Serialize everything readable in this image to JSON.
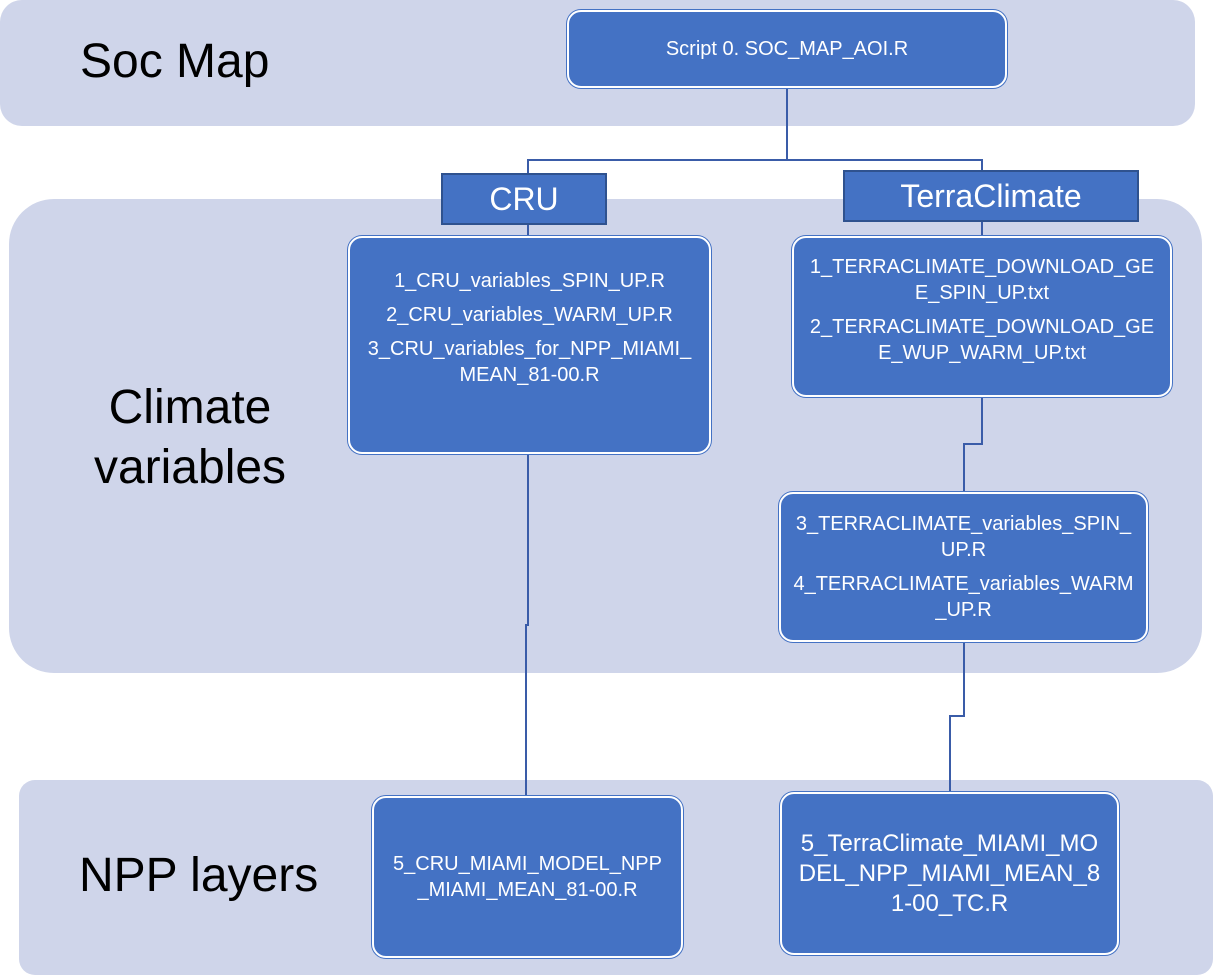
{
  "bands": {
    "soc_map": "Soc Map",
    "climate_variables": [
      "Climate",
      "variables"
    ],
    "npp_layers": "NPP layers"
  },
  "nodes": {
    "script0": "Script 0. SOC_MAP_AOI.R",
    "cru_header": "CRU",
    "terraclimate_header": "TerraClimate",
    "cru_scripts": [
      "1_CRU_variables_SPIN_UP.R",
      "2_CRU_variables_WARM_UP.R",
      "3_CRU_variables_for_NPP_MIAMI_MEAN_81-00.R"
    ],
    "tc_downloads": [
      "1_TERRACLIMATE_DOWNLOAD_GEE_SPIN_UP.txt",
      "2_TERRACLIMATE_DOWNLOAD_GEE_WUP_WARM_UP.txt"
    ],
    "tc_variables": [
      "3_TERRACLIMATE_variables_SPIN_UP.R",
      "4_TERRACLIMATE_variables_WARM_UP.R"
    ],
    "cru_npp": "5_CRU_MIAMI_MODEL_NPP_MIAMI_MEAN_81-00.R",
    "tc_npp": "5_TerraClimate_MIAMI_MODEL_NPP_MIAMI_MEAN_81-00_TC.R"
  },
  "colors": {
    "band": "#cfd5ea",
    "node": "#4472c4",
    "connector": "#3a5ca8"
  }
}
